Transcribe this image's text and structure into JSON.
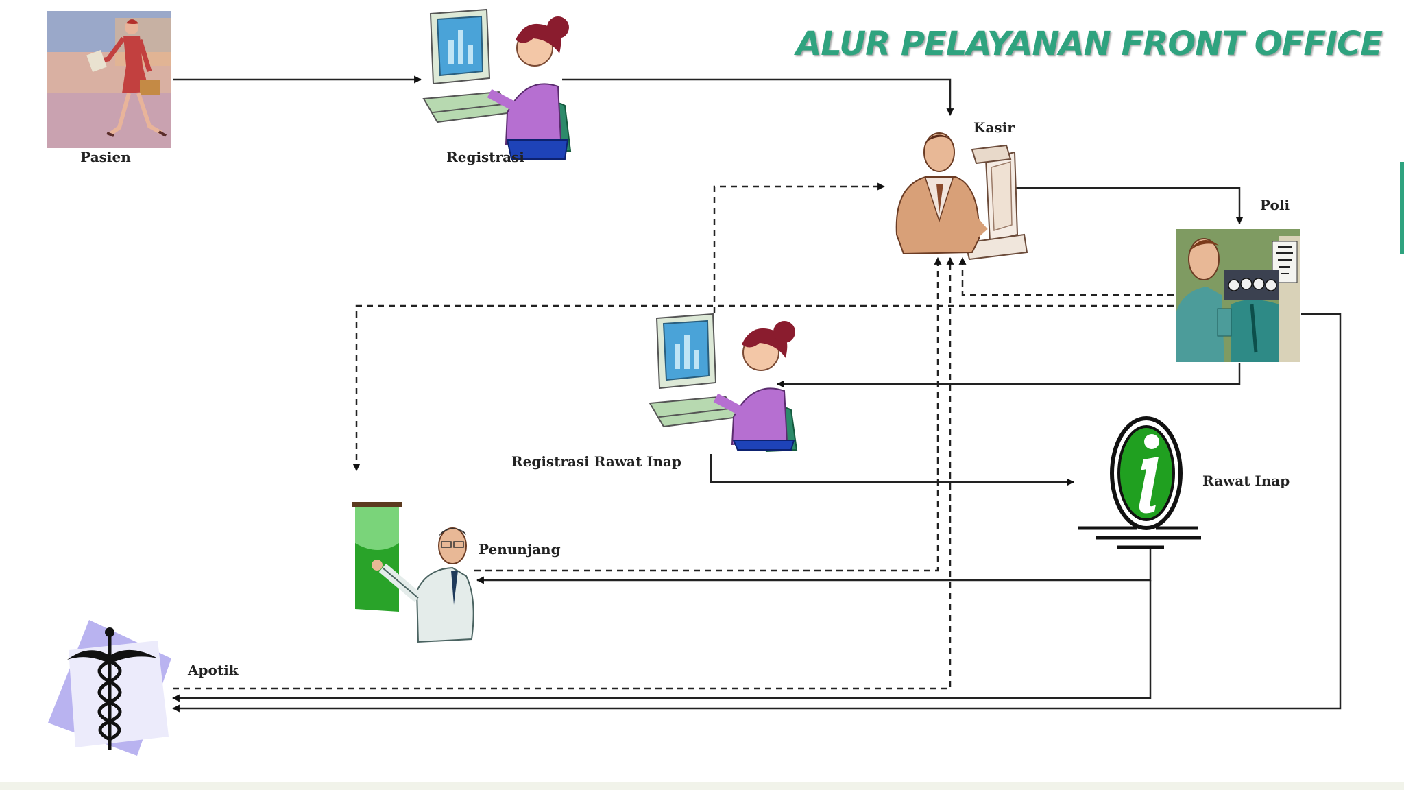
{
  "title": "ALUR PELAYANAN FRONT OFFICE",
  "accent_color": "#2fa37f",
  "nodes": {
    "pasien": {
      "label": "Pasien",
      "icon": "walking-woman-icon"
    },
    "registrasi": {
      "label": "Registrasi",
      "icon": "woman-at-computer-icon"
    },
    "kasir": {
      "label": "Kasir",
      "icon": "man-at-computer-icon"
    },
    "poli": {
      "label": "Poli",
      "icon": "eye-exam-doctor-icon"
    },
    "registrasi_rawat_inap": {
      "label": "Registrasi Rawat Inap",
      "icon": "woman-at-computer-icon"
    },
    "rawat_inap": {
      "label": "Rawat Inap",
      "icon": "info-sign-icon"
    },
    "penunjang": {
      "label": "Penunjang",
      "icon": "doctor-xray-icon"
    },
    "apotik": {
      "label": "Apotik",
      "icon": "caduceus-icon"
    }
  }
}
